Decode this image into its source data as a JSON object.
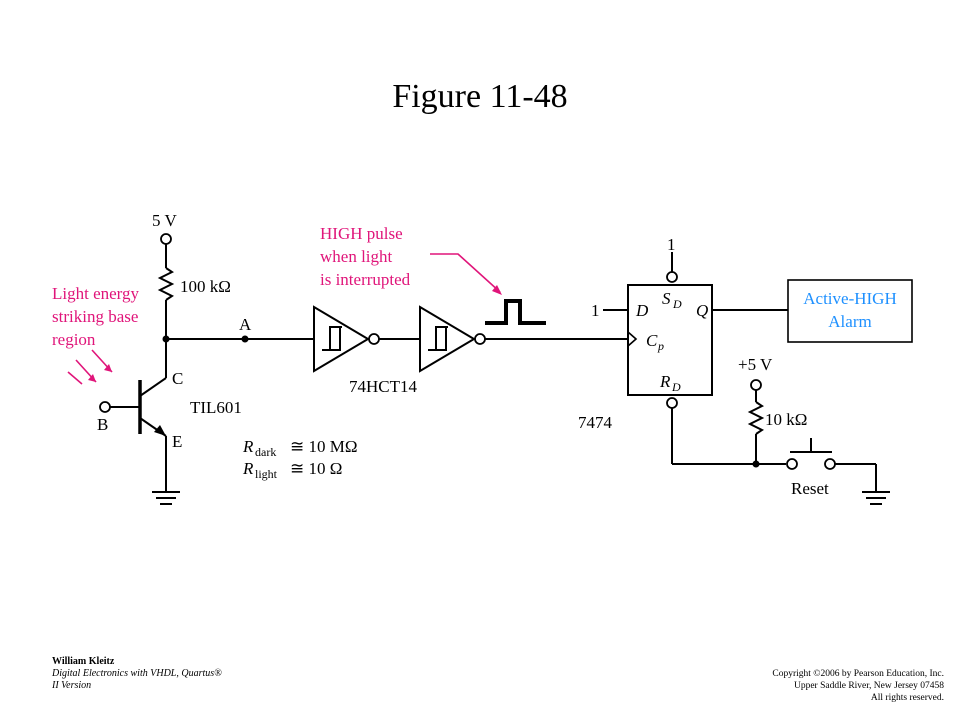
{
  "title": "Figure 11-48",
  "labels": {
    "supply_5v": "5 V",
    "r_100k": "100 kΩ",
    "light_energy": [
      "Light energy",
      "striking base",
      "region"
    ],
    "node_a": "A",
    "transistor_c": "C",
    "transistor_b": "B",
    "transistor_e": "E",
    "transistor_part": "TIL601",
    "r_dark_sym": "R",
    "r_dark_sub": "dark",
    "r_dark_val": "≅ 10 MΩ",
    "r_light_sym": "R",
    "r_light_sub": "light",
    "r_light_val": "≅ 10 Ω",
    "inverter_part": "74HCT14",
    "high_pulse": [
      "HIGH pulse",
      "when light",
      "is interrupted"
    ],
    "sd_input": "1",
    "d_input": "1",
    "ff_sd": "S",
    "ff_sd_sub": "D",
    "ff_d": "D",
    "ff_q": "Q",
    "ff_cp": "C",
    "ff_cp_sub": "p",
    "ff_rd": "R",
    "ff_rd_sub": "D",
    "ff_part": "7474",
    "plus5v": "+5 V",
    "r_10k": "10 kΩ",
    "reset": "Reset",
    "alarm": [
      "Active-HIGH",
      "Alarm"
    ]
  },
  "footer": {
    "author": "William Kleitz",
    "book_line1": "Digital Electronics with VHDL, Quartus®",
    "book_line2": "II Version",
    "copyright1": "Copyright ©2006 by Pearson Education, Inc.",
    "copyright2": "Upper Saddle River, New Jersey 07458",
    "copyright3": "All rights reserved."
  },
  "colors": {
    "annotation": "#e0157a",
    "alarm_text": "#1e90ff",
    "wire": "#000000"
  }
}
